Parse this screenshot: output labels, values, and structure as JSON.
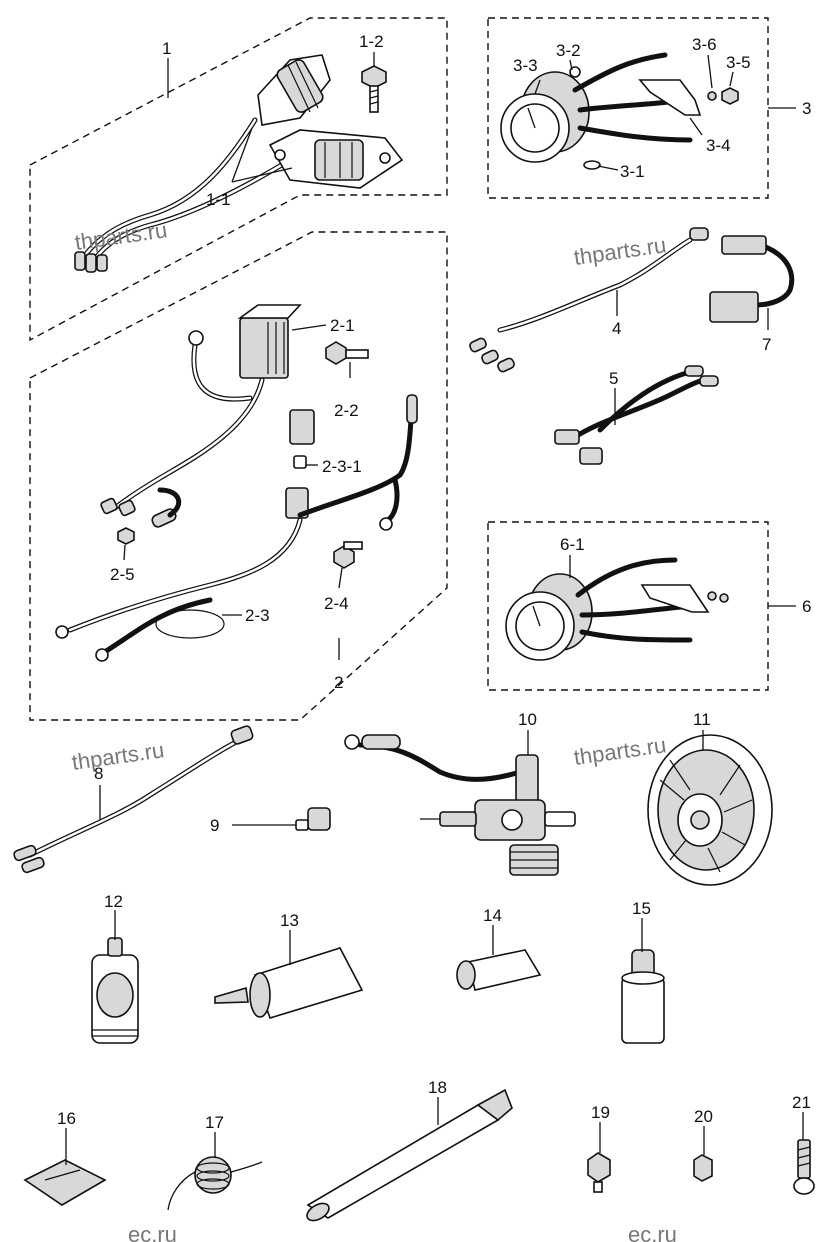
{
  "watermarks": {
    "w1": "thparts.ru",
    "w2": "thparts.ru",
    "w3": "thparts.ru",
    "w4": "thparts.ru",
    "w5": "ec.ru",
    "w6": "ec.ru"
  },
  "callouts": {
    "c1": "1",
    "c1_1": "1-1",
    "c1_2": "1-2",
    "c2": "2",
    "c2_1": "2-1",
    "c2_2": "2-2",
    "c2_3": "2-3",
    "c2_3_1": "2-3-1",
    "c2_4": "2-4",
    "c2_5": "2-5",
    "c3": "3",
    "c3_1": "3-1",
    "c3_2": "3-2",
    "c3_3": "3-3",
    "c3_4": "3-4",
    "c3_5": "3-5",
    "c3_6": "3-6",
    "c4": "4",
    "c5": "5",
    "c6": "6",
    "c6_1": "6-1",
    "c7": "7",
    "c8": "8",
    "c9": "9",
    "c10": "10",
    "c11": "11",
    "c12": "12",
    "c13": "13",
    "c14": "14",
    "c15": "15",
    "c16": "16",
    "c17": "17",
    "c18": "18",
    "c19": "19",
    "c20": "20",
    "c21": "21"
  }
}
